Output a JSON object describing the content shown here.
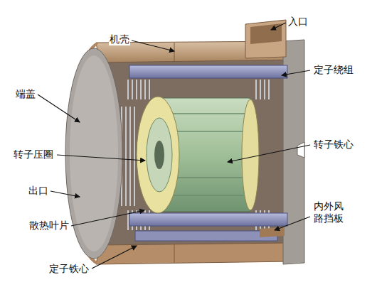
{
  "diagram": {
    "labels": [
      "入口",
      "机壳",
      "定子绕组",
      "端盖",
      "转子压圈",
      "转子铁心",
      "出口",
      "散热叶片",
      "内外风 路挡板",
      "定子铁心"
    ]
  }
}
